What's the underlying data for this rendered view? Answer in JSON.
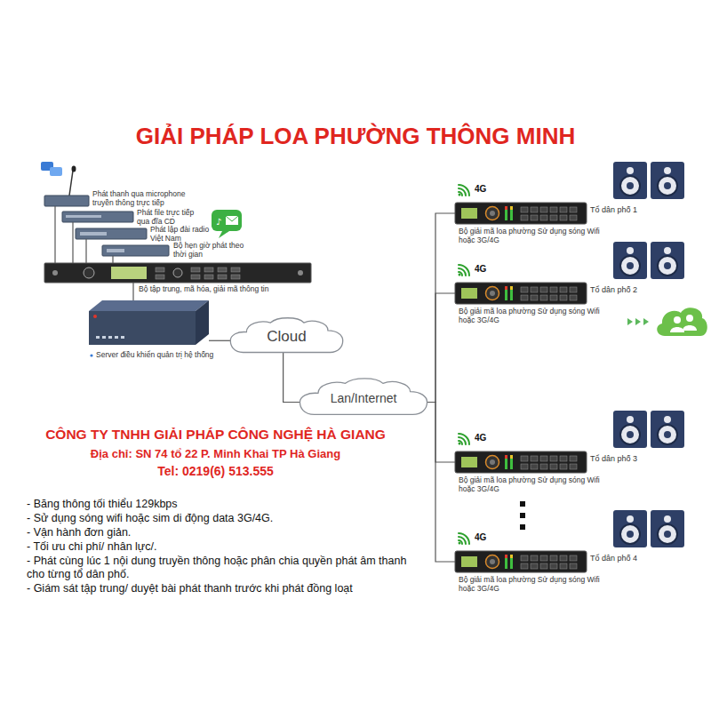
{
  "diagram": {
    "title": "GIẢI PHÁP LOA PHƯỜNG THÔNG MINH",
    "nodes": [
      {
        "text": [
          "Phát thanh qua microphone truyền thông trực tiếp"
        ]
      },
      {
        "text": [
          "Phát file trực tiếp qua đĩa CD"
        ]
      },
      {
        "text": [
          "Phát lập đài radio Việt Nam"
        ]
      },
      {
        "text": [
          "Bộ hẹn giờ phát theo thời gian"
        ]
      },
      {
        "text": [
          "Bộ tập trung, mã hóa, giải mã thông tin"
        ]
      },
      {
        "text": [
          "Server điều khiển quản trị hệ thống"
        ]
      },
      {
        "text": [
          "Cloud"
        ]
      },
      {
        "text": [
          "Lan/Internet"
        ]
      },
      {
        "text": [
          "4G",
          "Bộ giải mã loa phường Sử dụng sóng Wifi hoặc 3G/4G",
          "Tổ dân phố 1"
        ]
      },
      {
        "text": [
          "4G",
          "Bộ giải mã loa phường Sử dụng sóng Wifi hoặc 3G/4G",
          "Tổ dân phố 2"
        ]
      },
      {
        "text": [
          "4G",
          "Bộ giải mã loa phường Sử dụng sóng Wifi hoặc 3G/4G",
          "Tổ dân phố 3"
        ]
      },
      {
        "text": [
          "4G",
          "Bộ giải mã loa phường Sử dụng sóng Wifi hoặc 3G/4G",
          "Tổ dân phố 4"
        ]
      }
    ],
    "edges": [
      {
        "from": 0,
        "to": 4,
        "arrow": "none"
      },
      {
        "from": 1,
        "to": 4,
        "arrow": "none"
      },
      {
        "from": 2,
        "to": 4,
        "arrow": "none"
      },
      {
        "from": 3,
        "to": 4,
        "arrow": "none"
      },
      {
        "from": 4,
        "to": 5,
        "arrow": "none"
      },
      {
        "from": 5,
        "to": 6,
        "arrow": "none"
      },
      {
        "from": 6,
        "to": 7,
        "arrow": "none"
      },
      {
        "from": 7,
        "to": 8,
        "arrow": "none"
      },
      {
        "from": 7,
        "to": 9,
        "arrow": "none"
      },
      {
        "from": 7,
        "to": 10,
        "arrow": "none"
      },
      {
        "from": 7,
        "to": 11,
        "arrow": "none"
      }
    ],
    "labels": [
      "CÔNG TY TNHH GIẢI PHÁP CÔNG NGHỆ HÀ GIANG",
      "Địa chỉ: SN 74 tổ 22 P. Minh Khai TP Hà Giang",
      "Tel: 0219(6) 513.555",
      "- Băng thông tối thiểu 129kbps",
      "- Sử dụng sóng wifi hoặc sim di động data 3G/4G.",
      "- Vận hành đơn giản.",
      "- Tối ưu chi phí/ nhân lực/.",
      "- Phát cùng lúc 1 nội dung truyền thông hoặc phân chia quyền phát âm thanh cho từng tổ dân phố.",
      "- Giám sát tập trung/ duyệt bài phát thanh trước khi phát đồng loạt"
    ]
  }
}
